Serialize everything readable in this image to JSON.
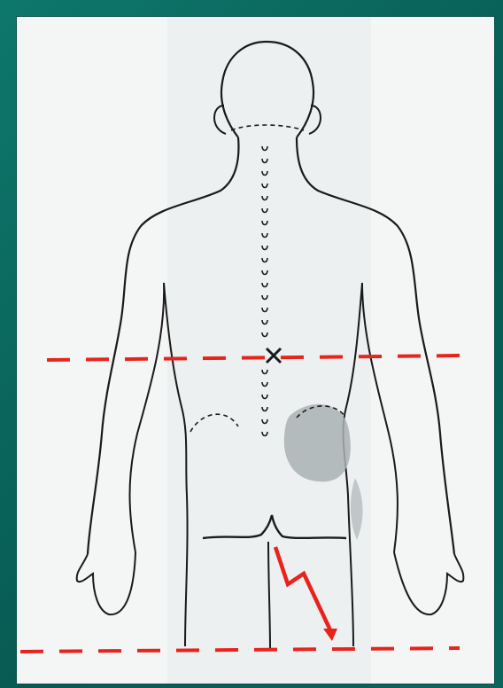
{
  "figure": {
    "description_free": true,
    "colors": {
      "frame": "#0b6a60",
      "paper": "#f4f6f5",
      "outline": "#1a1a1a",
      "shading": "#a9b2b4",
      "marker": "#e8231c"
    },
    "marks": {
      "spine_mark_symbol": "x",
      "pain_path": "red-lightning-arrow",
      "reference_lines": 2
    }
  }
}
